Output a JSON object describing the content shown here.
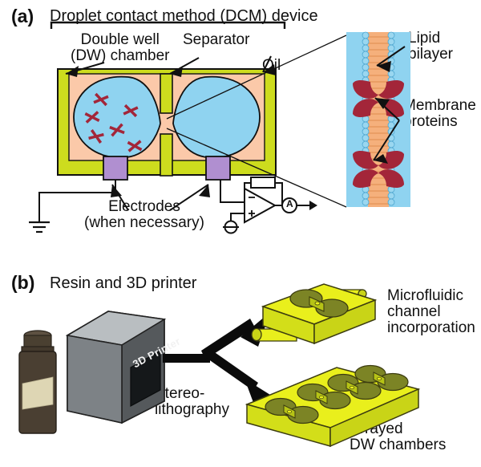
{
  "figure": {
    "panels": [
      {
        "tag": "(a)",
        "title": "Droplet contact method (DCM) device",
        "labels": {
          "double_well": "Double well\n(DW) chamber",
          "separator": "Separator",
          "oil": "Oil",
          "droplet": "Droplet",
          "electrodes": "Electrodes\n(when necessary)",
          "lipid_bilayer": "Lipid\nbilayer",
          "membrane_proteins": "Membrane\nproteins",
          "ammeter": "A"
        },
        "colors": {
          "chamber_frame": "#cddc1e",
          "oil": "#fbc9a9",
          "droplet": "#8fd3f0",
          "electrode": "#b08fd0",
          "protein": "#a32639",
          "bilayer_tail": "#f5b07c",
          "bilayer_head": "#9ad7f0",
          "outline": "#111111"
        },
        "protein_glyph_count": 6,
        "bilayer_protein_pairs": 2
      },
      {
        "tag": "(b)",
        "title": "Resin and 3D printer",
        "labels": {
          "printer_body": "3D Printer",
          "process": "Stereo-\nlithography",
          "output_top": "Microfluidic\nchannel\nincorporation",
          "output_bottom": "Arrayed\nDW chambers"
        },
        "colors": {
          "resin_bottle": "#4a3f32",
          "resin_label": "#ded6b4",
          "printer_top": "#b9bec1",
          "printer_left": "#9aa0a4",
          "printer_front": "#55595c",
          "printer_screen": "#15181a",
          "device_yellow": "#e9ef1c",
          "device_yellow_side": "#c9d417",
          "well_dark": "#7c8425",
          "arrow": "#0b0b0b"
        },
        "arrayed_well_pairs": 4,
        "microfluidic_wells": 2
      }
    ]
  }
}
